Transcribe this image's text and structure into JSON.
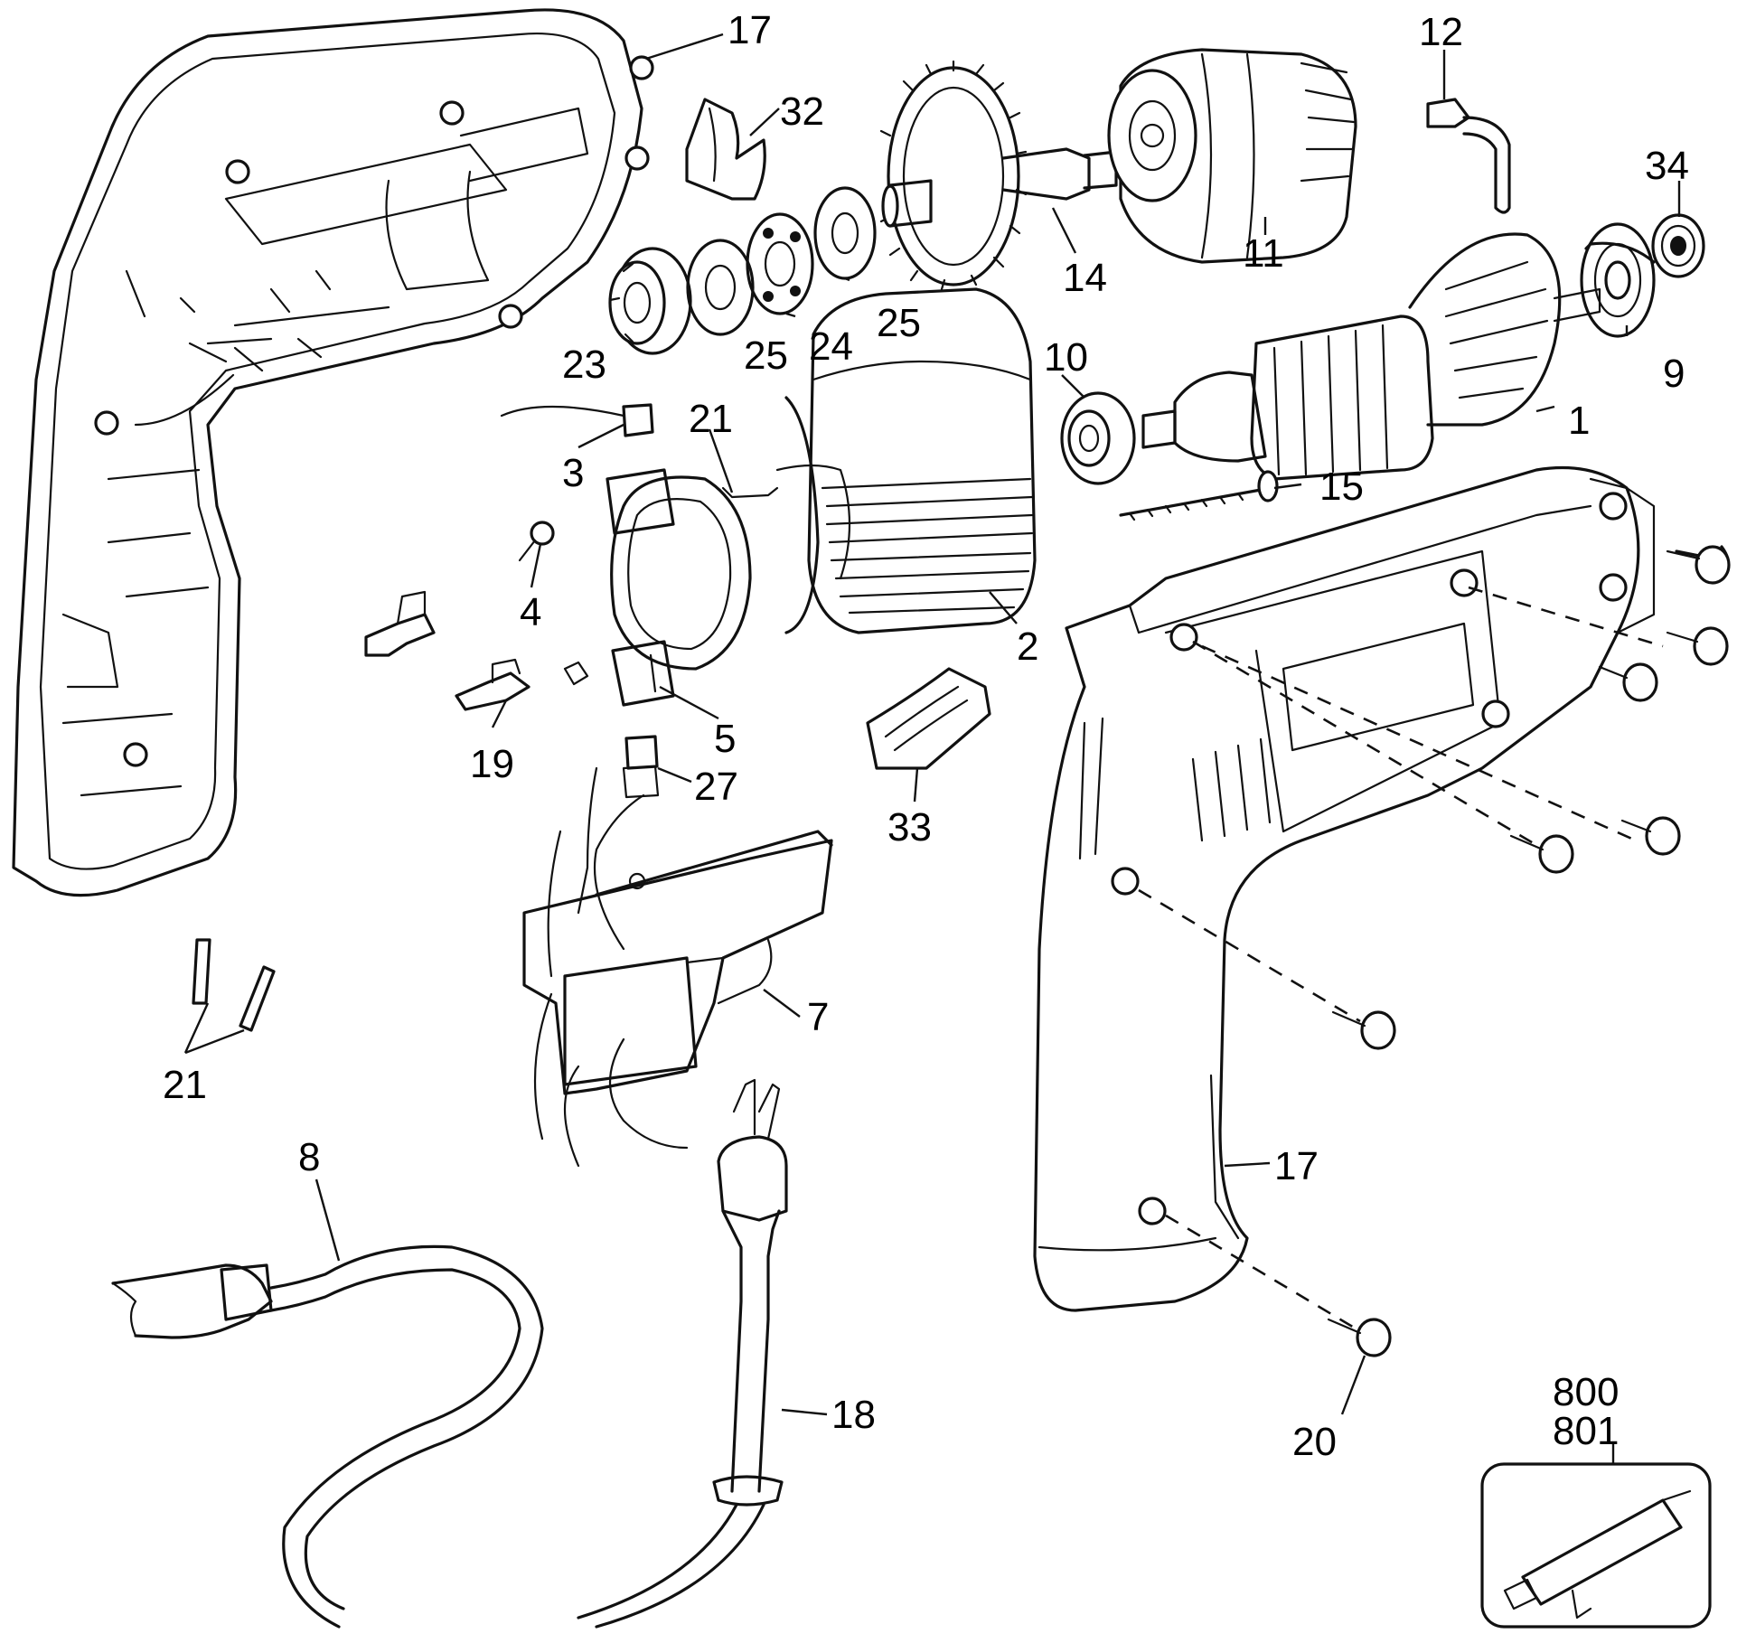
{
  "callouts": {
    "c17_top": "17",
    "c32": "32",
    "c12": "12",
    "c34": "34",
    "c14": "14",
    "c11": "11",
    "c25_a": "25",
    "c25_b": "25",
    "c24": "24",
    "c23": "23",
    "c9": "9",
    "c1": "1",
    "c10": "10",
    "c21_top": "21",
    "c3": "3",
    "c15": "15",
    "c4": "4",
    "c2": "2",
    "c5": "5",
    "c19": "19",
    "c27": "27",
    "c33": "33",
    "c7": "7",
    "c21_bottom": "21",
    "c8": "8",
    "c17_bottom": "17",
    "c18": "18",
    "c20": "20",
    "c800": "800",
    "c801": "801"
  }
}
